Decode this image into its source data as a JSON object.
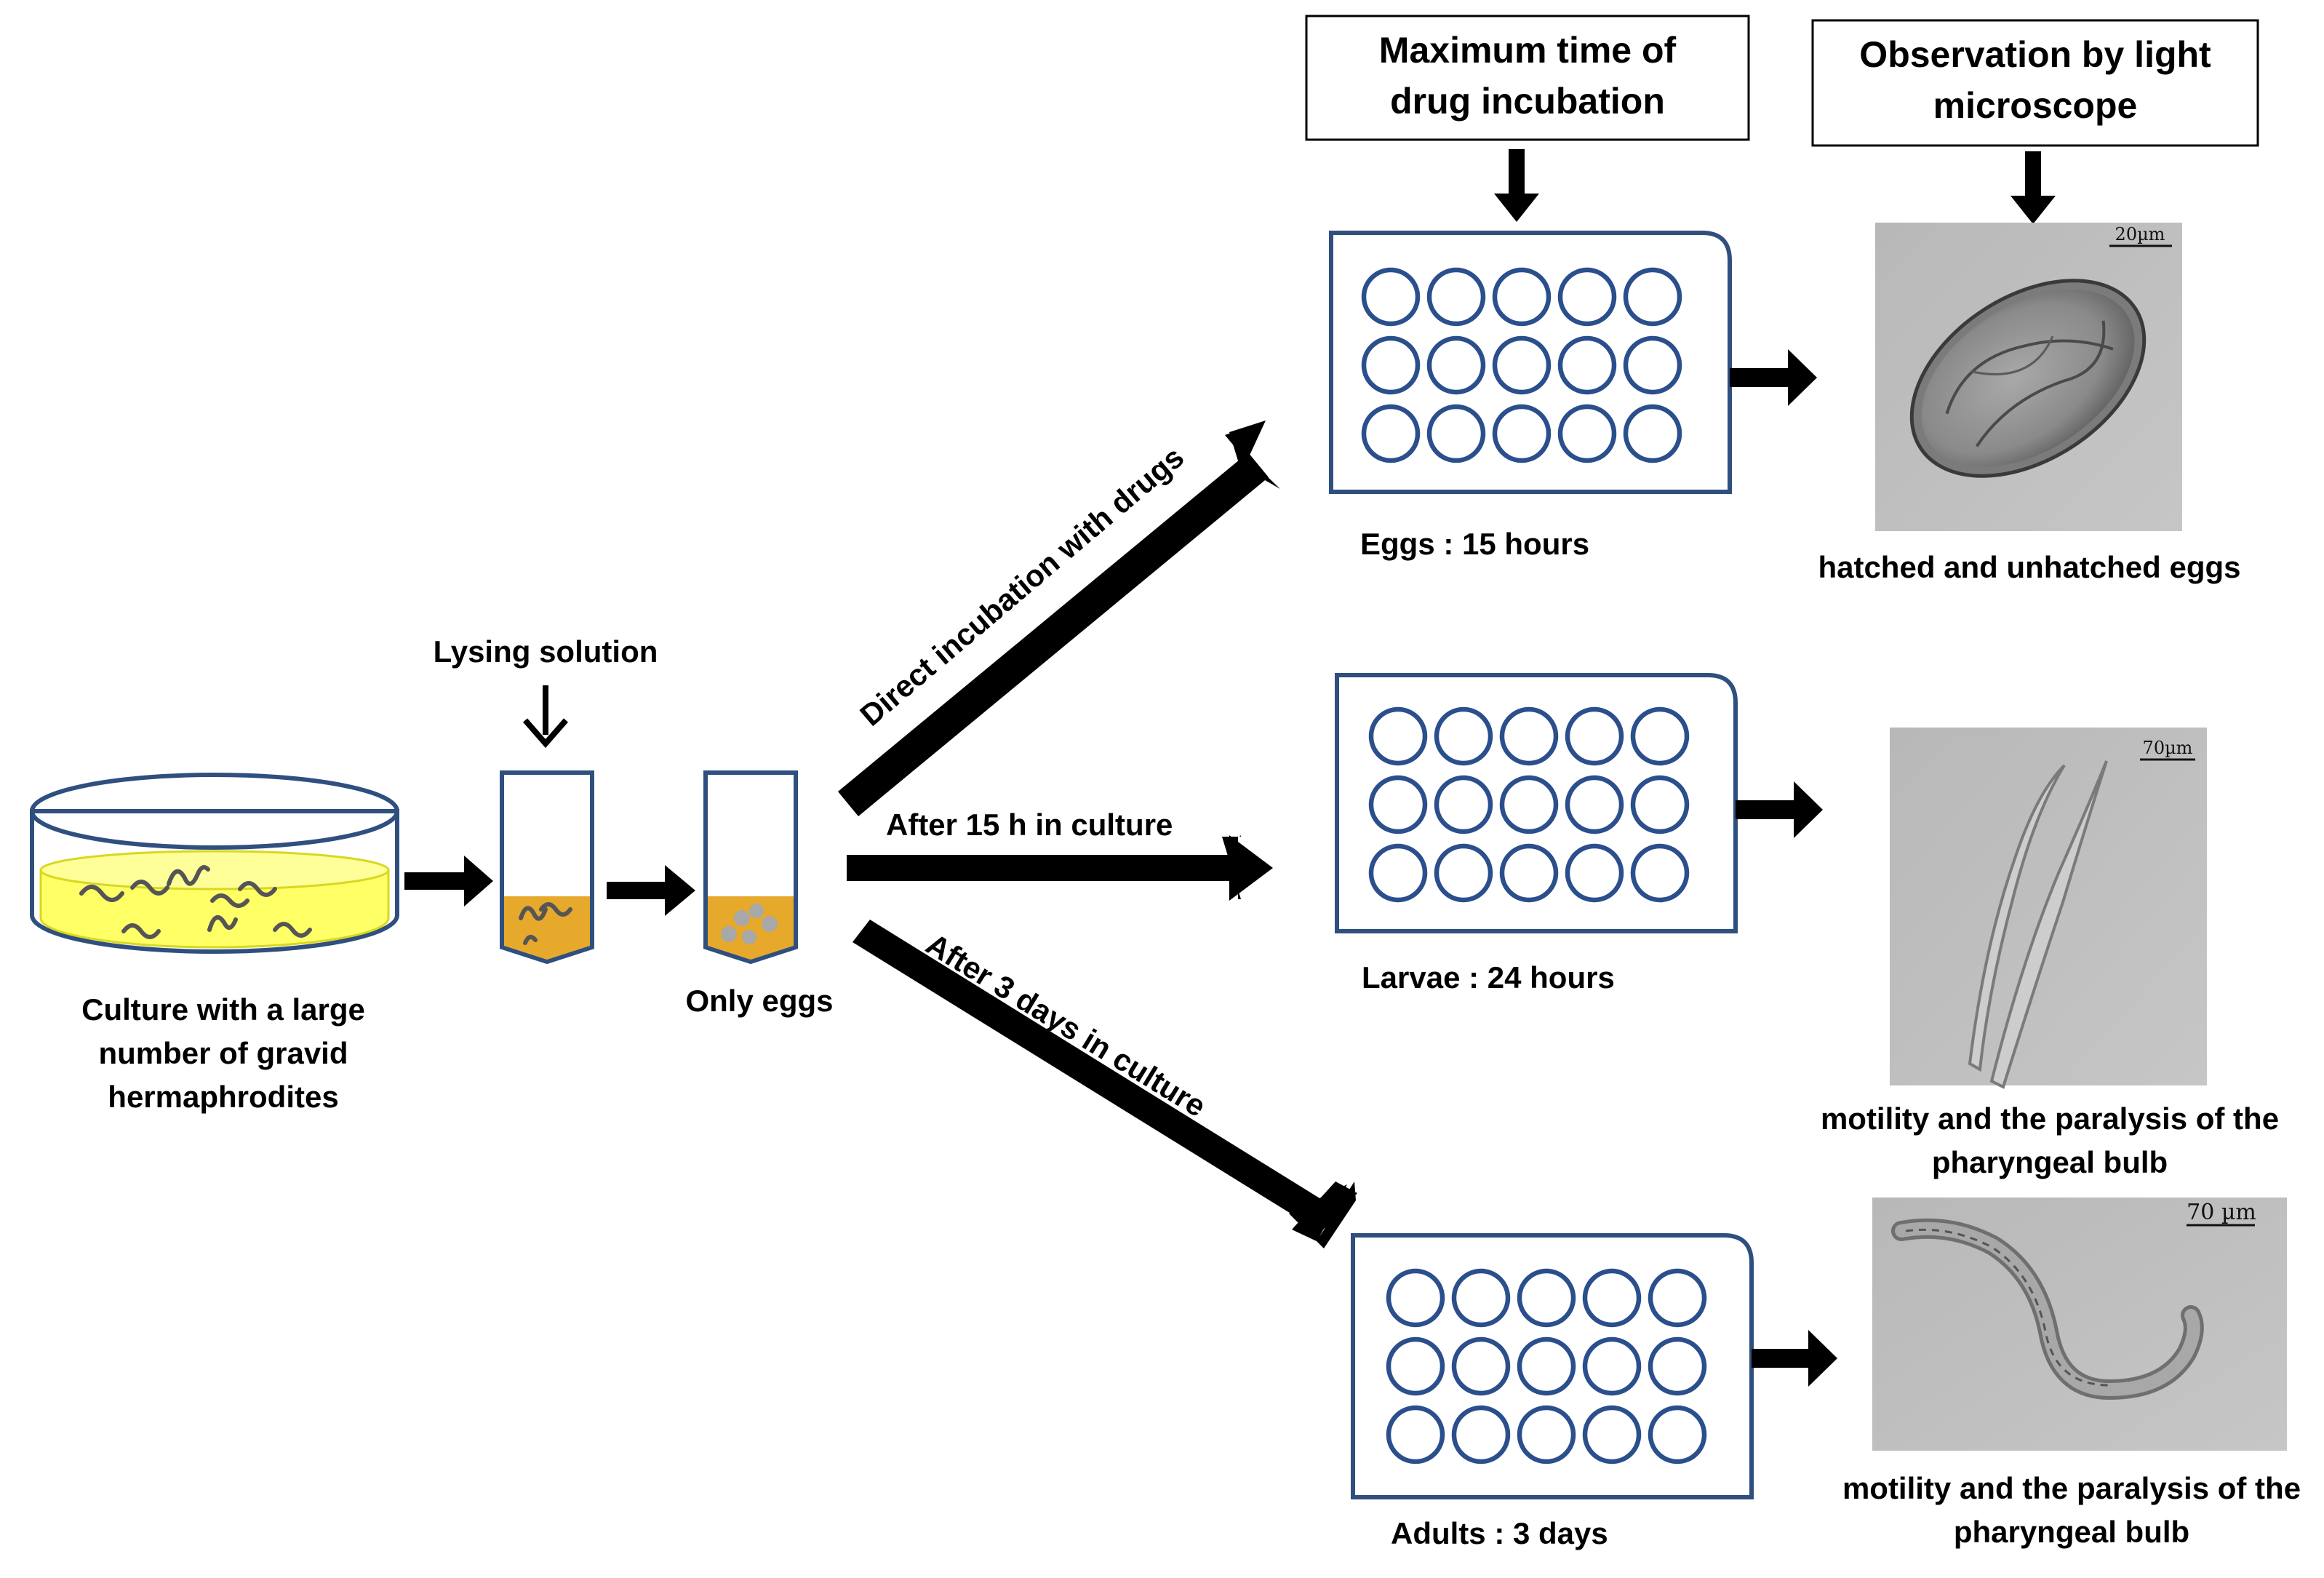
{
  "colors": {
    "plate_stroke": "#2f4f7f",
    "well_stroke": "#2b4f8c",
    "culture_yellow": "#ffff66",
    "tube_fill": "#e6a92c",
    "worm": "#555555",
    "egg_dots": "#a8a8a8",
    "micrograph_bg": "#bdbdbd"
  },
  "headers": {
    "max_time": [
      "Maximum time of",
      "drug incubation"
    ],
    "observation": [
      "Observation by light",
      "microscope"
    ]
  },
  "steps": {
    "lysing": "Lysing solution",
    "culture": [
      "Culture with a large",
      "number of gravid",
      "hermaphrodites"
    ],
    "only_eggs": "Only eggs"
  },
  "branches": [
    {
      "arrow_label": "Direct incubation with drugs",
      "plate_label": "Eggs : 15 hours",
      "observation": [
        "hatched and unhatched eggs"
      ],
      "scale_bar": "20µm",
      "micrograph_icon": "egg-micrograph"
    },
    {
      "arrow_label": "After 15 h in culture",
      "plate_label": "Larvae : 24 hours",
      "observation": [
        "motility and the paralysis of the",
        "pharyngeal bulb"
      ],
      "scale_bar": "70µm",
      "micrograph_icon": "larvae-micrograph"
    },
    {
      "arrow_label": "After 3 days in culture",
      "plate_label": "Adults : 3 days",
      "observation": [
        "motility and the paralysis of the",
        "pharyngeal bulb"
      ],
      "scale_bar": "70 µm",
      "micrograph_icon": "adult-worm-micrograph"
    }
  ]
}
